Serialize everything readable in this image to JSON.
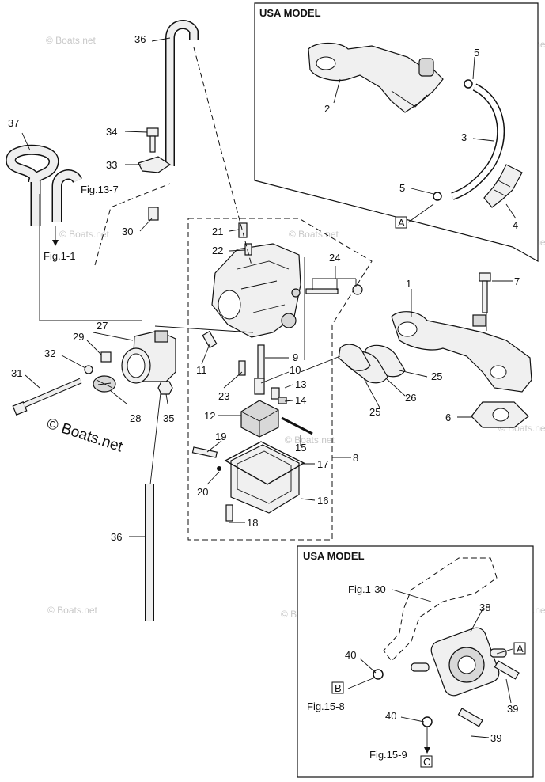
{
  "boxes": {
    "usa_top": "USA MODEL",
    "usa_bottom": "USA MODEL"
  },
  "refs": {
    "fig_13_7": "Fig.13-7",
    "fig_1_1": "Fig.1-1",
    "fig_1_30": "Fig.1-30",
    "fig_15_8": "Fig.15-8",
    "fig_15_9": "Fig.15-9"
  },
  "markers": {
    "a_top": "A",
    "a_bottom": "A",
    "b": "B",
    "c": "C"
  },
  "watermark": {
    "main": "© Boats.net",
    "faint": "© Boats.net"
  },
  "callouts": {
    "c1": "1",
    "c2": "2",
    "c3": "3",
    "c4": "4",
    "c5a": "5",
    "c5b": "5",
    "c6": "6",
    "c7": "7",
    "c8": "8",
    "c9": "9",
    "c10": "10",
    "c11": "11",
    "c12": "12",
    "c13": "13",
    "c14": "14",
    "c15": "15",
    "c16": "16",
    "c17": "17",
    "c18": "18",
    "c19": "19",
    "c20": "20",
    "c21": "21",
    "c22": "22",
    "c23": "23",
    "c24": "24",
    "c25a": "25",
    "c25b": "25",
    "c26": "26",
    "c27": "27",
    "c28": "28",
    "c29": "29",
    "c30": "30",
    "c31": "31",
    "c32": "32",
    "c33": "33",
    "c34": "34",
    "c35": "35",
    "c36a": "36",
    "c36b": "36",
    "c37": "37",
    "c38": "38",
    "c39a": "39",
    "c39b": "39",
    "c40a": "40",
    "c40b": "40"
  }
}
